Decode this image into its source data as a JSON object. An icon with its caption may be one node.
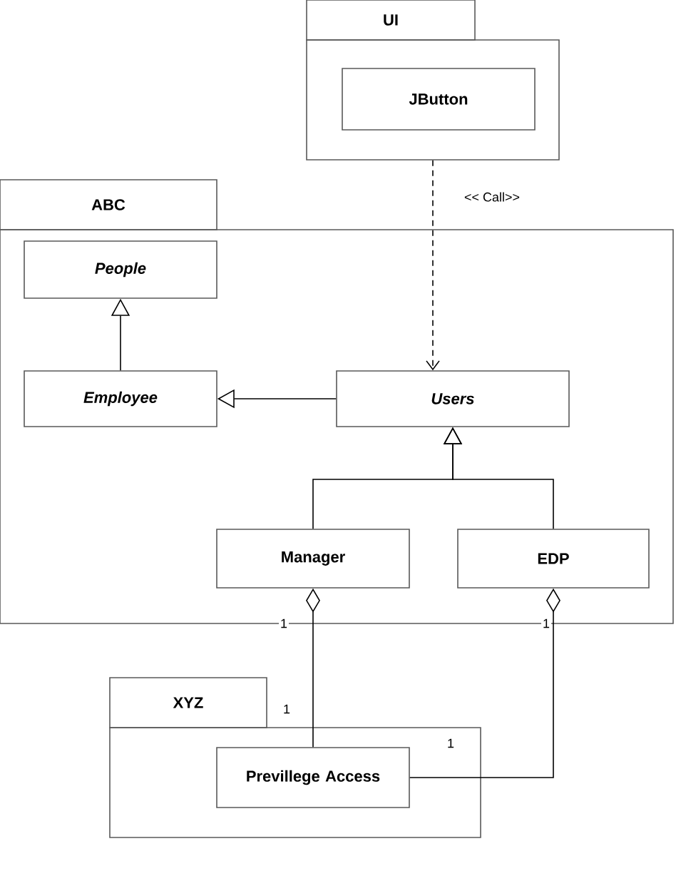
{
  "diagram": {
    "nodes": [
      {
        "text": [
          "UI"
        ]
      },
      {
        "text": [
          "JButton"
        ],
        "in": 0
      },
      {
        "text": [
          "ABC"
        ]
      },
      {
        "text": [
          "People"
        ],
        "in": 2
      },
      {
        "text": [
          "Employee"
        ],
        "in": 2
      },
      {
        "text": [
          "Users"
        ],
        "in": 2
      },
      {
        "text": [
          "Manager"
        ],
        "in": 2
      },
      {
        "text": [
          "EDP"
        ],
        "in": 2
      },
      {
        "text": [
          "XYZ"
        ]
      },
      {
        "text": [
          "Previllege Access"
        ],
        "in": 8
      }
    ],
    "edges": [
      {
        "from": 0,
        "to": 5,
        "arrow": "to",
        "style": "dashed",
        "label": "<< Call>>"
      },
      {
        "from": 4,
        "to": 3,
        "arrow": "to"
      },
      {
        "from": 5,
        "to": 4,
        "arrow": "to"
      },
      {
        "from": 6,
        "to": 5,
        "arrow": "to"
      },
      {
        "from": 7,
        "to": 5,
        "arrow": "to"
      },
      {
        "from": 6,
        "to": 9,
        "arrow": "other"
      },
      {
        "from": 7,
        "to": 9,
        "arrow": "other"
      }
    ],
    "labels": [
      "1",
      "1",
      "1",
      "1"
    ]
  }
}
